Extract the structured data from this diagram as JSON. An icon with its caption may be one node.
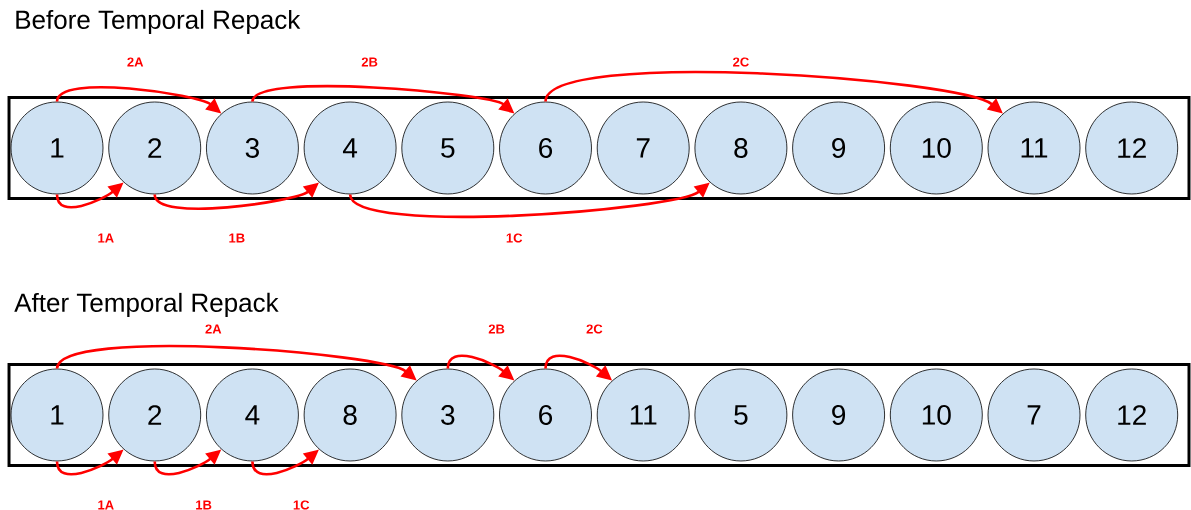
{
  "diagram": {
    "nodes": [
      {
        "text": [
          "Before Temporal Repack"
        ]
      },
      {
        "text": [
          "1"
        ],
        "in": 0
      },
      {
        "text": [
          "2"
        ],
        "in": 0
      },
      {
        "text": [
          "3"
        ],
        "in": 0
      },
      {
        "text": [
          "4"
        ],
        "in": 0
      },
      {
        "text": [
          "5"
        ],
        "in": 0
      },
      {
        "text": [
          "6"
        ],
        "in": 0
      },
      {
        "text": [
          "7"
        ],
        "in": 0
      },
      {
        "text": [
          "8"
        ],
        "in": 0
      },
      {
        "text": [
          "9"
        ],
        "in": 0
      },
      {
        "text": [
          "10"
        ],
        "in": 0
      },
      {
        "text": [
          "11"
        ],
        "in": 0
      },
      {
        "text": [
          "12"
        ],
        "in": 0
      },
      {
        "text": [
          "After Temporal Repack"
        ]
      },
      {
        "text": [
          "1"
        ],
        "in": 13
      },
      {
        "text": [
          "2"
        ],
        "in": 13
      },
      {
        "text": [
          "4"
        ],
        "in": 13
      },
      {
        "text": [
          "8"
        ],
        "in": 13
      },
      {
        "text": [
          "3"
        ],
        "in": 13
      },
      {
        "text": [
          "6"
        ],
        "in": 13
      },
      {
        "text": [
          "11"
        ],
        "in": 13
      },
      {
        "text": [
          "5"
        ],
        "in": 13
      },
      {
        "text": [
          "9"
        ],
        "in": 13
      },
      {
        "text": [
          "10"
        ],
        "in": 13
      },
      {
        "text": [
          "7"
        ],
        "in": 13
      },
      {
        "text": [
          "12"
        ],
        "in": 13
      }
    ],
    "edges": [
      {
        "from": 1,
        "to": 2,
        "arrow": "to",
        "label": "1A"
      },
      {
        "from": 2,
        "to": 4,
        "arrow": "to",
        "label": "1B"
      },
      {
        "from": 4,
        "to": 8,
        "arrow": "to",
        "label": "1C"
      },
      {
        "from": 1,
        "to": 3,
        "arrow": "to",
        "label": "2A"
      },
      {
        "from": 3,
        "to": 6,
        "arrow": "to",
        "label": "2B"
      },
      {
        "from": 6,
        "to": 11,
        "arrow": "to",
        "label": "2C"
      },
      {
        "from": 14,
        "to": 15,
        "arrow": "to",
        "label": "1A"
      },
      {
        "from": 15,
        "to": 16,
        "arrow": "to",
        "label": "1B"
      },
      {
        "from": 16,
        "to": 17,
        "arrow": "to",
        "label": "1C"
      },
      {
        "from": 14,
        "to": 18,
        "arrow": "to",
        "label": "2A"
      },
      {
        "from": 18,
        "to": 19,
        "arrow": "to",
        "label": "2B"
      },
      {
        "from": 19,
        "to": 20,
        "arrow": "to",
        "label": "2C"
      }
    ]
  }
}
